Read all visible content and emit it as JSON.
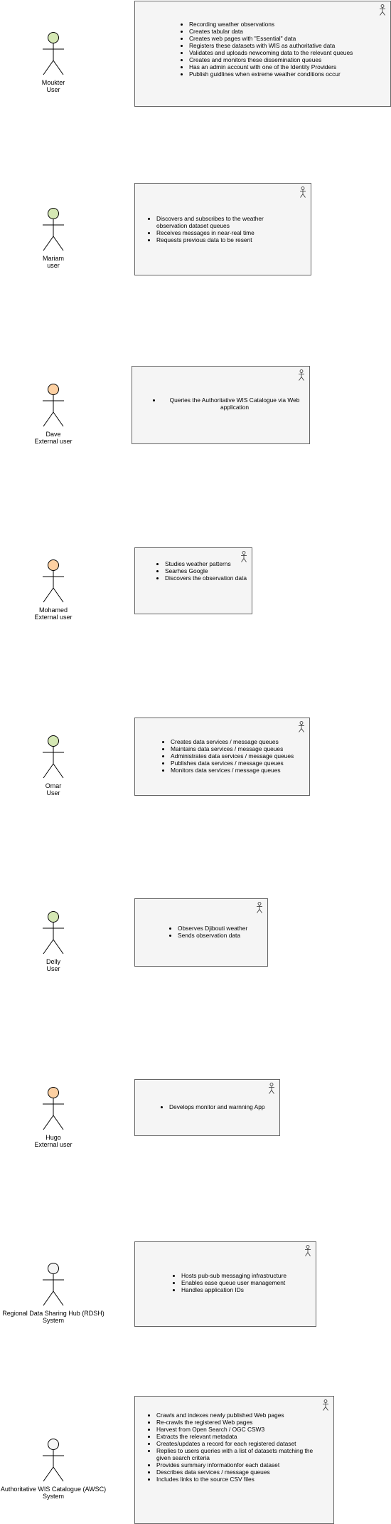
{
  "colors": {
    "user": "#d5e8b4",
    "external": "#fdd0a2",
    "system": "#f5f5f5",
    "card_fill": "#f5f5f5",
    "card_border": "#666666"
  },
  "actors": [
    {
      "name": "Moukter",
      "role": "User",
      "color": "#d5e8b4",
      "icon": "stick-figure-icon"
    },
    {
      "name": "Mariam",
      "role": "user",
      "color": "#d5e8b4",
      "icon": "stick-figure-icon"
    },
    {
      "name": "Dave",
      "role": "External user",
      "color": "#fdd0a2",
      "icon": "stick-figure-icon"
    },
    {
      "name": "Mohamed",
      "role": "External user",
      "color": "#fdd0a2",
      "icon": "stick-figure-icon"
    },
    {
      "name": "Omar",
      "role": "User",
      "color": "#d5e8b4",
      "icon": "stick-figure-icon"
    },
    {
      "name": "Delly",
      "role": "User",
      "color": "#d5e8b4",
      "icon": "stick-figure-icon"
    },
    {
      "name": "Hugo",
      "role": "External user",
      "color": "#fdd0a2",
      "icon": "stick-figure-icon"
    },
    {
      "name": "Regional Data Sharing Hub (RDSH)",
      "role": "System",
      "color": "#f5f5f5",
      "icon": "stick-figure-icon"
    },
    {
      "name": "Authoritative WIS Catalogue (AWSC)",
      "role": "System",
      "color": "#f5f5f5",
      "icon": "stick-figure-icon"
    }
  ],
  "cards": [
    {
      "icon": "actor-badge-icon",
      "items": [
        "Recording weather observations",
        "Creates tabular data",
        "Creates web pages with \"Essential\" data",
        "Registers these datasets with WIS as authoritative data",
        "Validates and uploads newcoming data to the relevant queues",
        "Creates and monitors these dissemination queues",
        "Has an admin account with one of the Identity Providers",
        "Publish guidlines when extreme weather conditions occur"
      ]
    },
    {
      "icon": "actor-badge-icon",
      "items": [
        "Discovers and subscribes to the weather observation dataset queues",
        "Receives messages in near-real time",
        "Requests previous data to be resent"
      ]
    },
    {
      "icon": "actor-badge-icon",
      "items": [
        "Queries the Authoritative WIS Catalogue via Web application"
      ]
    },
    {
      "icon": "actor-badge-icon",
      "items": [
        "Studies weather patterns",
        "Searhes Google",
        "Discovers the observation data"
      ]
    },
    {
      "icon": "actor-badge-icon",
      "items": [
        "Creates data services / message queues",
        "Maintains data services / message queues",
        "Administrates data services / message queues",
        "Publishes data services / message queues",
        "Monitors data services / message queues"
      ]
    },
    {
      "icon": "actor-badge-icon",
      "items": [
        "Observes Djibouti weather",
        "Sends observation data"
      ]
    },
    {
      "icon": "actor-badge-icon",
      "items": [
        "Develops monitor and warnning App"
      ]
    },
    {
      "icon": "actor-badge-icon",
      "items": [
        "Hosts pub-sub messaging infrastructure",
        "Enables ease queue user management",
        "Handles application IDs"
      ]
    },
    {
      "icon": "actor-badge-icon",
      "items": [
        "Crawls and indexes newly published Web pages",
        "Re-crawls the registered Web pages",
        "Harvest from Open Search / OGC CSW3",
        "Extracts the relevant metadata",
        "Creates/updates a record for each registered dataset",
        "Replies to users queries with a list of datasets matching the given search criteria",
        "Provides summary informationfor each dataset",
        "Describes data services / message queues",
        "Includes links to the source CSV files"
      ]
    }
  ]
}
